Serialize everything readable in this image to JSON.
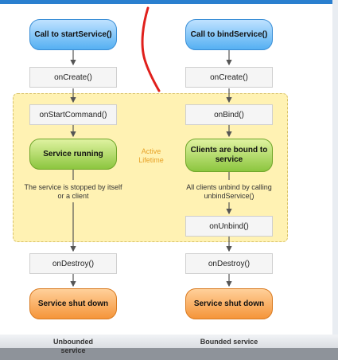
{
  "left": {
    "start": "Call to startService()",
    "create": "onCreate()",
    "command": "onStartCommand()",
    "running": "Service running",
    "note": "The service is stopped by itself or a client",
    "destroy": "onDestroy()",
    "shutdown": "Service shut down",
    "caption": "Unbounded service"
  },
  "right": {
    "start": "Call to bindService()",
    "create": "onCreate()",
    "bind": "onBind()",
    "bound": "Clients are bound to service",
    "note": "All clients unbind by calling unbindService()",
    "unbind": "onUnbind()",
    "destroy": "onDestroy()",
    "shutdown": "Service shut down",
    "caption": "Bounded service"
  },
  "lifetime_label": "Active Lifetime",
  "colors": {
    "blue": "#55b0f2",
    "green": "#8cc63f",
    "orange": "#f5953a",
    "lifetime": "#fff2b3",
    "annotation": "#e0201c"
  }
}
